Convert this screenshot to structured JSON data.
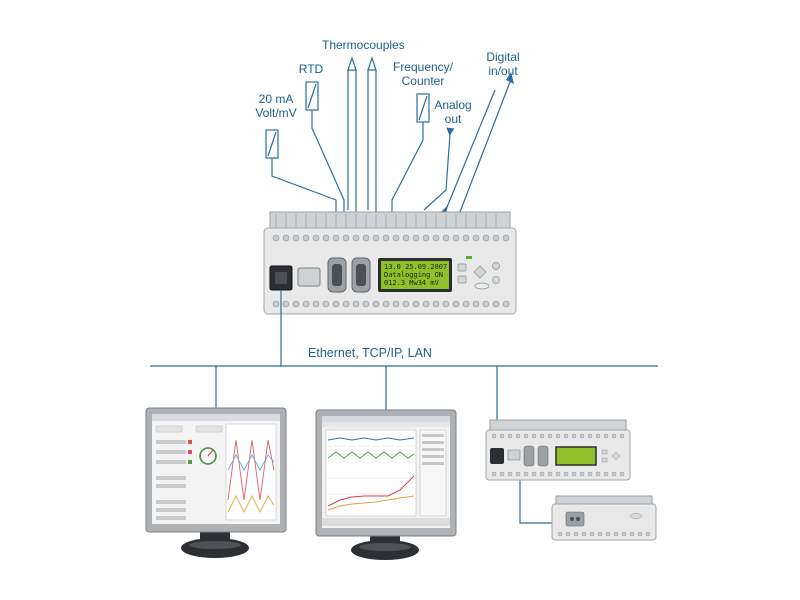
{
  "labels": {
    "thermocouples": "Thermocouples",
    "rtd": "RTD",
    "current_voltage_line1": "20 mA",
    "current_voltage_line2": "Volt/mV",
    "frequency_line1": "Frequency/",
    "frequency_line2": "Counter",
    "analog_line1": "Analog",
    "analog_line2": "out",
    "digital_line1": "Digital",
    "digital_line2": "in/out",
    "network": "Ethernet, TCP/IP, LAN"
  },
  "logger_display": {
    "line1": "13.0 25.09.2007",
    "line2": "Datalogging ON",
    "line3": "012.3 Mw34 mV"
  },
  "colors": {
    "line": "#2a6f9e",
    "label": "#1f5f8e",
    "lcd": "#8fc02a",
    "device_body": "#e9e9e9"
  }
}
